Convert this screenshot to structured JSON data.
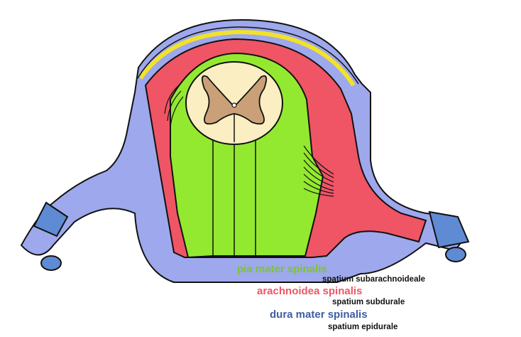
{
  "labels": {
    "pia": "pia mater spinalis",
    "subarach": "spatium subarachnoideale",
    "arach": "arachnoidea spinalis",
    "subdural": "spatium subdurale",
    "dura": "dura mater spinalis",
    "epidural": "spatium epidurale"
  },
  "colors": {
    "pia": "#7cc52c",
    "arachnoid": "#ef5565",
    "dura": "#3d5ea3",
    "dura_fill": "#9ea8ec",
    "cord_green": "#93e92f",
    "yellow_line": "#f2e22a",
    "white_matter": "#fbeec2",
    "gray_matter": "#caa078",
    "nerve_blue": "#5f8bd4",
    "text_dark": "#111111"
  }
}
